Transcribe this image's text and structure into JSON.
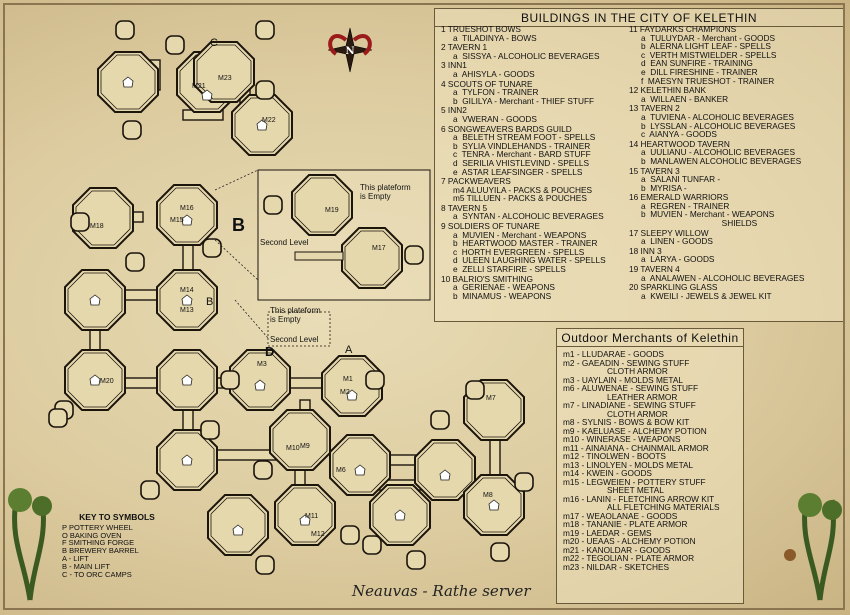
{
  "map_title_buildings": "BUILDINGS IN THE CITY OF KELETHIN",
  "buildings_col1": [
    {
      "head": "1 TRUESHOT BOWS",
      "subs": [
        "a  TILADINYA - BOWS"
      ]
    },
    {
      "head": "2 TAVERN 1",
      "subs": [
        "a  SISSYA - ALCOHOLIC BEVERAGES"
      ]
    },
    {
      "head": "3 INN1",
      "subs": [
        "a  AHISYLA - GOODS"
      ]
    },
    {
      "head": "4 SCOUTS OF TUNARE",
      "subs": [
        "a  TYLFON - TRAINER",
        "b  GILILYA - Merchant - THIEF STUFF"
      ]
    },
    {
      "head": "5 INN2",
      "subs": [
        "a  VWERAN - GOODS"
      ]
    },
    {
      "head": "6 SONGWEAVERS BARDS GUILD",
      "subs": [
        "a  BELETH STREAM FOOT - SPELLS",
        "b  SYLIA VINDLEHANDS - TRAINER",
        "c  TENRA - Merchant - BARD STUFF",
        "d  SERILIA VHISTLEVIND - SPELLS",
        "e  ASTAR LEAFSINGER - SPELLS"
      ]
    },
    {
      "head": "7 PACKWEAVERS",
      "subs": [
        "m4 ALUUYILA - PACKS & POUCHES",
        "m5 TILLUEN - PACKS & POUCHES"
      ]
    },
    {
      "head": "8 TAVERN 5",
      "subs": [
        "a  SYNTAN - ALCOHOLIC BEVERAGES"
      ]
    },
    {
      "head": "9 SOLDIERS OF TUNARE",
      "subs": [
        "a  MUVIEN - Merchant - WEAPONS",
        "b  HEARTWOOD MASTER - TRAINER",
        "c  HORTH EVERGREEN - SPELLS",
        "d  ULEEN LAUGHING WATER - SPELLS",
        "e  ZELLI STARFIRE - SPELLS"
      ]
    },
    {
      "head": "10 BALRIO'S SMITHING",
      "subs": [
        "a  GERIENAE - WEAPONS",
        "b  MINAMUS - WEAPONS"
      ]
    }
  ],
  "buildings_col2": [
    {
      "head": "11 FAYDARKS CHAMPIONS",
      "subs": [
        "a  TULUYDAR - Merchant - GOODS",
        "b  ALERNA LIGHT LEAF - SPELLS",
        "c  VERTH MISTWIELDER - SPELLS",
        "d  EAN SUNFIRE - TRAINING",
        "e  DILL FIRESHINE - TRAINER",
        "f  MAESYN TRUESHOT - TRAINER"
      ]
    },
    {
      "head": "12 KELETHIN BANK",
      "subs": [
        "a  WILLAEN - BANKER"
      ]
    },
    {
      "head": "13 TAVERN 2",
      "subs": [
        "a  TUVIENA - ALCOHOLIC BEVERAGES",
        "b  LYSSLAN - ALCOHOLIC BEVERAGES",
        "c  AIANYA - GOODS"
      ]
    },
    {
      "head": "14 HEARTWOOD TAVERN",
      "subs": [
        "a  UULIANU - ALCOHOLIC BEVERAGES",
        "b  MANLAWEN ALCOHOLIC BEVERAGES"
      ]
    },
    {
      "head": "15 TAVERN 3",
      "subs": [
        "a  SALANI TUNFAR -",
        "b  MYRISA -"
      ]
    },
    {
      "head": "16 EMERALD WARRIORS",
      "subs": [
        "a  REGREN - TRAINER",
        "b  MUVIEN - Merchant - WEAPONS",
        "                                   SHIELDS"
      ]
    },
    {
      "head": "17 SLEEPY WILLOW",
      "subs": [
        "a  LINEN - GOODS"
      ]
    },
    {
      "head": "18 INN 3",
      "subs": [
        "a  LARYA - GOODS"
      ]
    },
    {
      "head": "19 TAVERN 4",
      "subs": [
        "a  ANALAWEN - ALCOHOLIC BEVERAGES"
      ]
    },
    {
      "head": "20 SPARKLING GLASS",
      "subs": [
        "a  KWEILI - JEWELS & JEWEL KIT"
      ]
    }
  ],
  "merchants_title": "Outdoor Merchants of Kelethin",
  "merchants": [
    {
      "id": "m1",
      "text": "- LLUDARAE - GOODS"
    },
    {
      "id": "m2",
      "text": "- GAEADIN - SEWING STUFF",
      "cont": "CLOTH ARMOR"
    },
    {
      "id": "m3",
      "text": "- UAYLAIN - MOLDS METAL"
    },
    {
      "id": "m6",
      "text": "- ALUWENAE - SEWING STUFF",
      "cont": "LEATHER ARMOR"
    },
    {
      "id": "m7",
      "text": "- LINADIANE - SEWING STUFF",
      "cont": "CLOTH ARMOR"
    },
    {
      "id": "m8",
      "text": "- SYLNIS - BOWS & BOW KIT"
    },
    {
      "id": "m9",
      "text": "- KAELUASE - ALCHEMY POTION"
    },
    {
      "id": "m10",
      "text": "- WINERASE - WEAPONS"
    },
    {
      "id": "m11",
      "text": "- AINAIANA - CHAINMAIL ARMOR"
    },
    {
      "id": "m12",
      "text": "- TINOLWEN - BOOTS"
    },
    {
      "id": "m13",
      "text": "- LINOLYEN - MOLDS METAL"
    },
    {
      "id": "m14",
      "text": "- KWEIN - GOODS"
    },
    {
      "id": "m15",
      "text": "- LEGWEIEN - POTTERY STUFF",
      "cont": "SHEET METAL"
    },
    {
      "id": "m16",
      "text": "- LANIN - FLETCHING ARROW KIT",
      "cont": "ALL FLETCHING MATERIALS"
    },
    {
      "id": "m17",
      "text": "- WEAOLANAE - GOODS"
    },
    {
      "id": "m18",
      "text": "- TANANIE - PLATE ARMOR"
    },
    {
      "id": "m19",
      "text": "- LAEDAR - GEMS"
    },
    {
      "id": "m20",
      "text": "- UEAAS - ALCHEMY POTION"
    },
    {
      "id": "m21",
      "text": "- KANOLDAR - GOODS"
    },
    {
      "id": "m22",
      "text": "- TEGOLIAN - PLATE ARMOR"
    },
    {
      "id": "m23",
      "text": "- NILDAR - SKETCHES"
    }
  ],
  "key": {
    "title": "KEY TO SYMBOLS",
    "rows": [
      "P  POTTERY WHEEL",
      "O  BAKING OVEN",
      "F  SMITHING FORGE",
      "B  BREWERY BARREL",
      "A  - LIFT",
      "B  - MAIN LIFT",
      "C  - TO ORC CAMPS"
    ]
  },
  "signature": "Neauvas - Rathe server",
  "inset": {
    "letter": "B",
    "note1": "This plateform",
    "note1b": "is Empty",
    "second_level": "Second Level",
    "note2": "This plateform",
    "note2b": "is Empty",
    "second_level2": "Second Level"
  },
  "map_labels": {
    "A": "A",
    "B": "B",
    "C": "C",
    "D": "D",
    "plat_m21": "M21",
    "plat_m22": "M22",
    "plat_m23": "M23",
    "plat_m16": "M16",
    "plat_m15": "M15",
    "plat_m18": "M18",
    "plat_m14": "M14",
    "plat_m13": "M13",
    "plat_m20": "M20",
    "plat_m3": "M3",
    "plat_m2": "M2",
    "plat_m1": "M1",
    "plat_m10": "M10",
    "plat_m9": "M9",
    "plat_m6": "M6",
    "plat_m7": "M7",
    "plat_m8": "M8",
    "plat_m11": "M11",
    "plat_m12": "M12",
    "plat_m19": "M19",
    "plat_m17": "M17"
  }
}
